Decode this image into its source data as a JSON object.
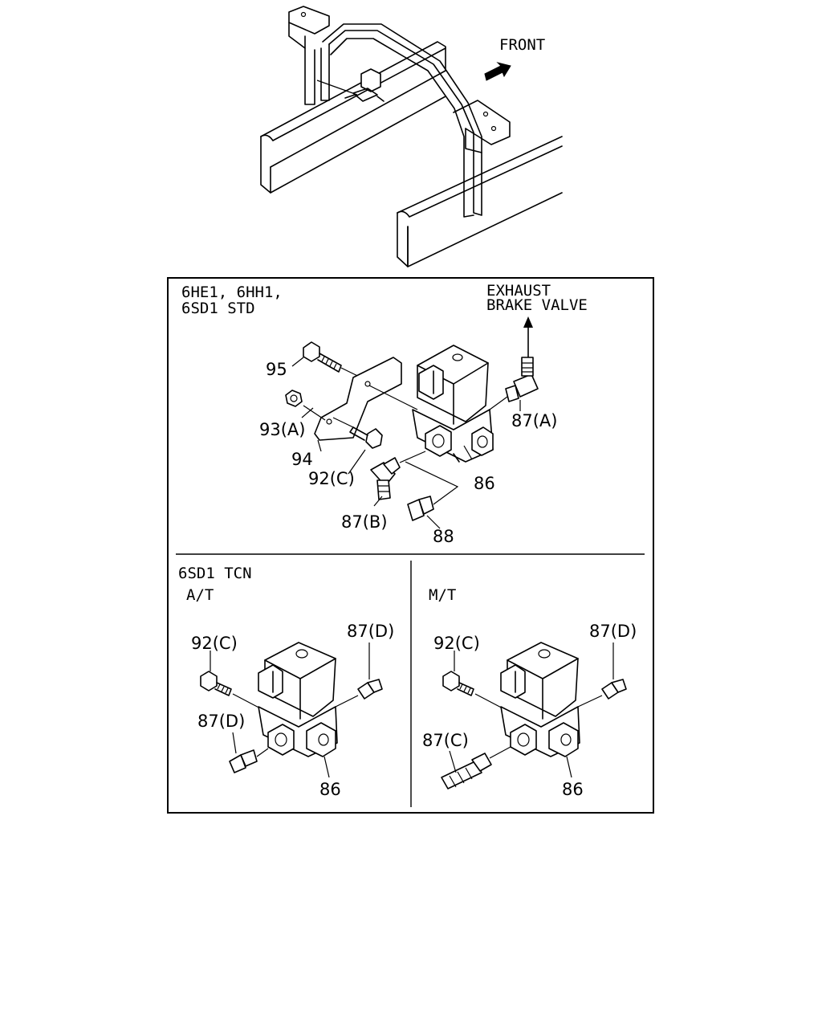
{
  "overview": {
    "front_label": "FRONT"
  },
  "std_panel": {
    "heading_line1": "6HE1, 6HH1,",
    "heading_line2": "6SD1 STD",
    "exhaust_line1": "EXHAUST",
    "exhaust_line2": "BRAKE VALVE",
    "callouts": {
      "c95": "95",
      "c93a": "93(A)",
      "c94": "94",
      "c92c": "92(C)",
      "c86": "86",
      "c87a": "87(A)",
      "c87b": "87(B)",
      "c88": "88"
    }
  },
  "tcn_panel": {
    "heading": "6SD1 TCN",
    "at": {
      "label": "A/T",
      "c92c": "92(C)",
      "c87d_top": "87(D)",
      "c87d_left": "87(D)",
      "c86": "86"
    },
    "mt": {
      "label": "M/T",
      "c92c": "92(C)",
      "c87d": "87(D)",
      "c87c": "87(C)",
      "c86": "86"
    }
  }
}
